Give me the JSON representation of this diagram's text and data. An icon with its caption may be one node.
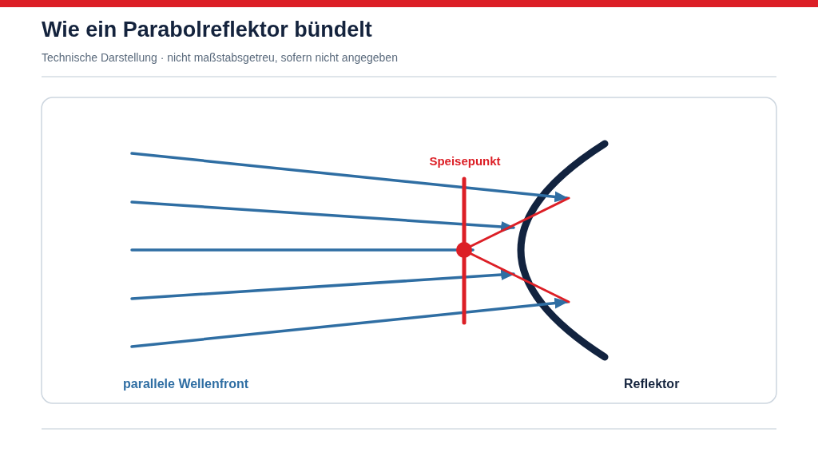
{
  "diagram": {
    "title": "Wie ein Parabolreflektor bündelt",
    "labels": [
      "Technische Darstellung · nicht maßstabsgetreu, sofern nicht angegeben",
      "Speisepunkt",
      "parallele Wellenfront",
      "Reflektor"
    ]
  }
}
